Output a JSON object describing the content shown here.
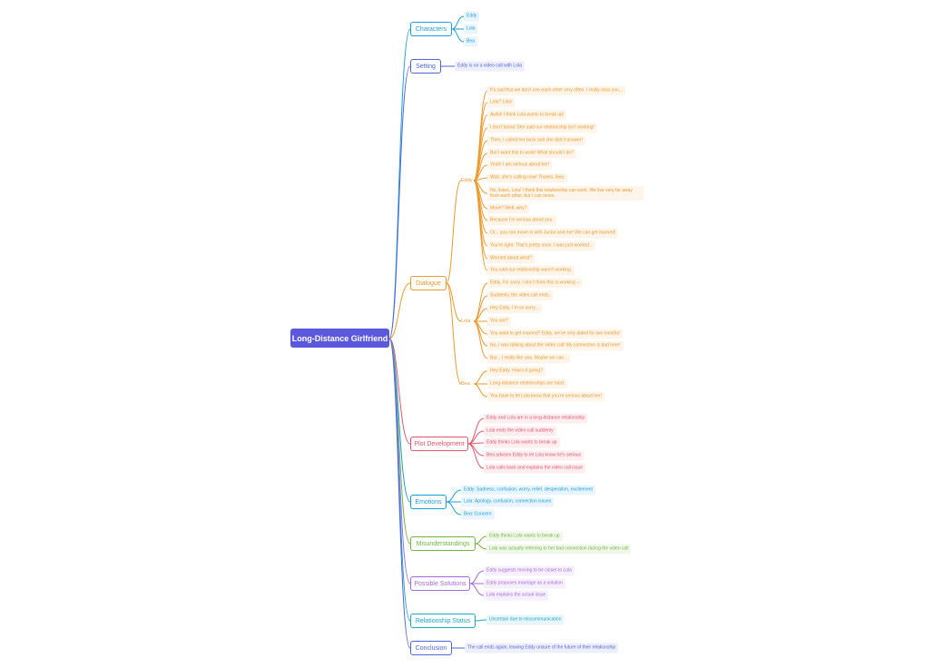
{
  "root": "Long-Distance Girlfriend",
  "colors": {
    "root": "#5c58de",
    "characters": "#1b9ee0",
    "setting": "#5165dc",
    "dialogue": "#ed9a2e",
    "plot": "#e8556b",
    "emotions": "#1b9ee0",
    "misunderstandings": "#71b73c",
    "solutions": "#a86ae0",
    "status": "#19a9c7",
    "conclusion": "#5165dc"
  },
  "branches": [
    {
      "id": "characters",
      "label": "Characters",
      "leaves": [
        "Eddy",
        "Lola",
        "Bea"
      ]
    },
    {
      "id": "setting",
      "label": "Setting",
      "leaves": [
        "Eddy is on a video call with Lola"
      ]
    },
    {
      "id": "dialogue",
      "label": "Dialogue",
      "speakers": [
        {
          "name": "Eddy",
          "lines": [
            "It’s sad that we don’t see each other very often. I really miss you...",
            "Lola? Lola!",
            "Awful! I think Lola wants to break up!",
            "I don’t know! She said our relationship isn’t working!",
            "Then, I called her back and she didn’t answer!",
            "But I want this to work! What should I do?",
            "Yeah! I am serious about her!",
            "Wait, she’s calling now! Thanks, Bea.",
            "No, listen, Lola! I think this relationship can work. We live very far away from each other, but I can move.",
            "Move? Well, why?",
            "Because I’m serious about you.",
            "Or... you can move in with Junior and me! We can get married!",
            "You’re right. That’s pretty soon. I was just worried...",
            "Worried about what?",
            "You said our relationship wasn’t working."
          ]
        },
        {
          "name": "Lola",
          "lines": [
            "Eddy, I’m sorry. I don’t think this is working --",
            "Suddenly, the video call ends.",
            "Hey Eddy. I’m so sorry...",
            "You are?",
            "You want to get married? Eddy, we’ve only dated for two months!",
            "No, I was talking about the video call! My connection is bad here!",
            "But... I really like you. Maybe we can..."
          ]
        },
        {
          "name": "Bea",
          "lines": [
            "Hey Eddy. How’s it going?",
            "Long-distance relationships are hard.",
            "You have to let Lola know that you’re serious about her!"
          ]
        }
      ]
    },
    {
      "id": "plot",
      "label": "Plot Development",
      "leaves": [
        "Eddy and Lola are in a long-distance relationship",
        "Lola ends the video call suddenly",
        "Eddy thinks Lola wants to break up",
        "Bea advises Eddy to let Lola know he's serious",
        "Lola calls back and explains the video call issue"
      ]
    },
    {
      "id": "emotions",
      "label": "Emotions",
      "leaves": [
        "Eddy: Sadness, confusion, worry, relief, desperation, excitement",
        "Lola: Apology, confusion, connection issues",
        "Bea: Concern"
      ]
    },
    {
      "id": "misunderstandings",
      "label": "Misunderstandings",
      "leaves": [
        "Eddy thinks Lola wants to break up",
        "Lola was actually referring to her bad connection during the video call"
      ]
    },
    {
      "id": "solutions",
      "label": "Possible Solutions",
      "leaves": [
        "Eddy suggests moving to be closer to Lola",
        "Eddy proposes marriage as a solution",
        "Lola explains the actual issue"
      ]
    },
    {
      "id": "status",
      "label": "Relationship Status",
      "leaves": [
        "Uncertain due to miscommunication"
      ]
    },
    {
      "id": "conclusion",
      "label": "Conclusion",
      "leaves": [
        "The call ends again, leaving Eddy unsure of the future of their relationship"
      ]
    }
  ]
}
